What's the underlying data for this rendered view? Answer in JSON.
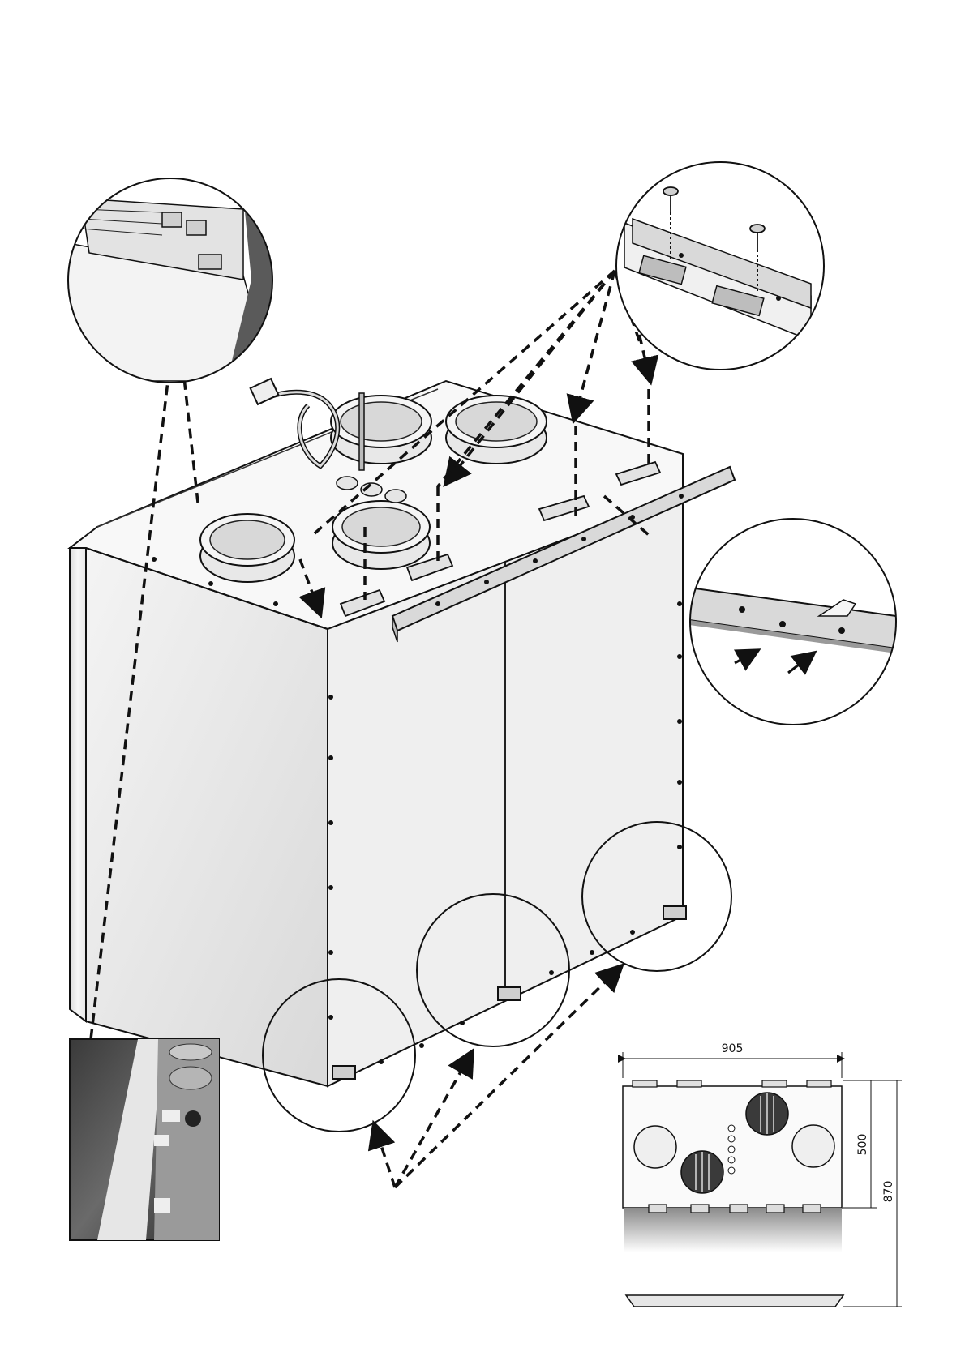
{
  "dimensions": {
    "width": "905",
    "height_inner": "500",
    "height_total": "870"
  }
}
